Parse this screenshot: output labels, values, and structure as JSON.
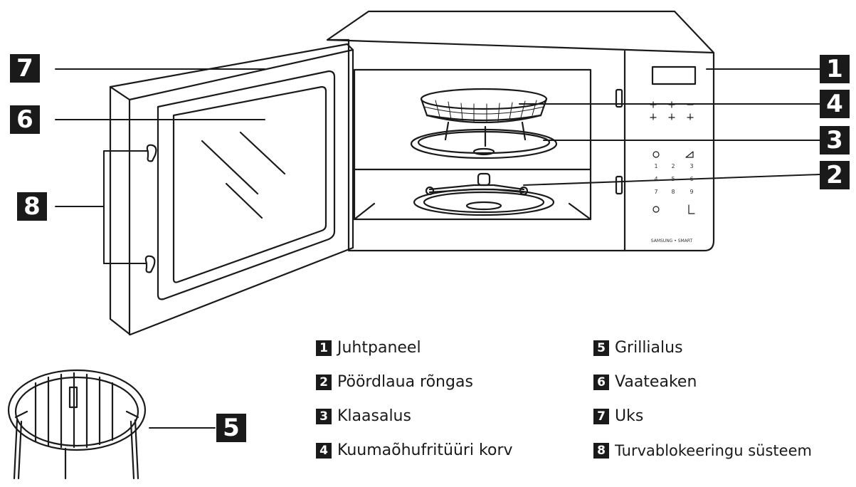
{
  "callouts": [
    "7",
    "6",
    "8",
    "1",
    "4",
    "3",
    "2",
    "5"
  ],
  "control_panel": {
    "keypad": [
      "1",
      "2",
      "3",
      "4",
      "5",
      "6",
      "7",
      "8",
      "9"
    ],
    "brand_text": "SAMSUNG • SMART"
  },
  "legend": [
    {
      "num": "1",
      "label": "Juhtpaneel"
    },
    {
      "num": "2",
      "label": "Pöördlaua rõngas"
    },
    {
      "num": "3",
      "label": "Klaasalus"
    },
    {
      "num": "4",
      "label": "Kuumaõhufritüüri korv"
    },
    {
      "num": "5",
      "label": "Grillialus"
    },
    {
      "num": "6",
      "label": "Vaateaken"
    },
    {
      "num": "7",
      "label": "Uks"
    },
    {
      "num": "8",
      "label": "Turvablokeeringu süsteem"
    }
  ]
}
